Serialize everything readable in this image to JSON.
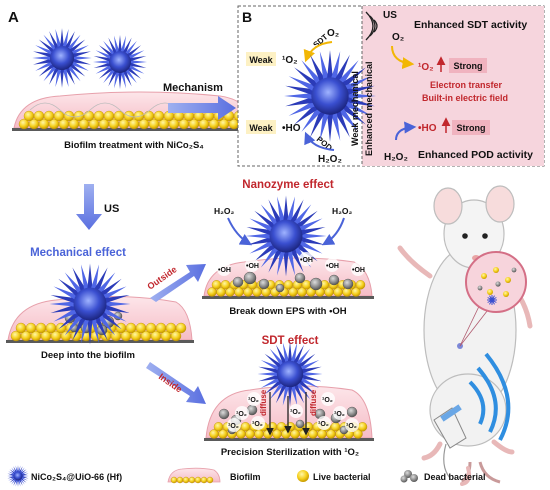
{
  "panel_a": {
    "letter": "A",
    "caption": "Biofilm treatment with NiCo₂S₄"
  },
  "mechanism_label": "Mechanism",
  "panel_b": {
    "letter": "B",
    "weak1": "Weak",
    "singlet1": "¹O₂",
    "sdt": "SDT",
    "o2_left": "O₂",
    "weak2": "Weak",
    "ho1": "•HO",
    "pod": "POD",
    "h2o2_left": "H₂O₂",
    "weak_mech": "Weak mechanical",
    "enh_mech": "Enhanced mechanical",
    "us": "US",
    "o2_right": "O₂",
    "enh_sdt": "Enhanced SDT activity",
    "singlet2": "¹O₂",
    "strong1": "Strong",
    "electron": "Electron transfer",
    "field": "Built-in electric field",
    "ho2": "•HO",
    "strong2": "Strong",
    "h2o2_right": "H₂O₂",
    "enh_pod": "Enhanced POD activity"
  },
  "us_label": "US",
  "mechanical_effect": "Mechanical effect",
  "deep_caption": "Deep into the biofilm",
  "nanozyme_title": "Nanozyme effect",
  "outside": "Outside",
  "h2o2_a": "H₂O₂",
  "h2o2_b": "H₂O₂",
  "oh_label": "•OH",
  "break_caption": "Break down EPS with •OH",
  "sdt_title": "SDT effect",
  "inside": "Inside",
  "singlet_label": "¹O₂",
  "diffuse": "diffuse",
  "precision_caption": "Precision Sterilization with ¹O₂",
  "legend": {
    "nano": "NiCo₂S₄@UiO-66 (Hf)",
    "biofilm": "Biofilm",
    "live": "Live bacterial",
    "dead": "Dead bacterial"
  }
}
